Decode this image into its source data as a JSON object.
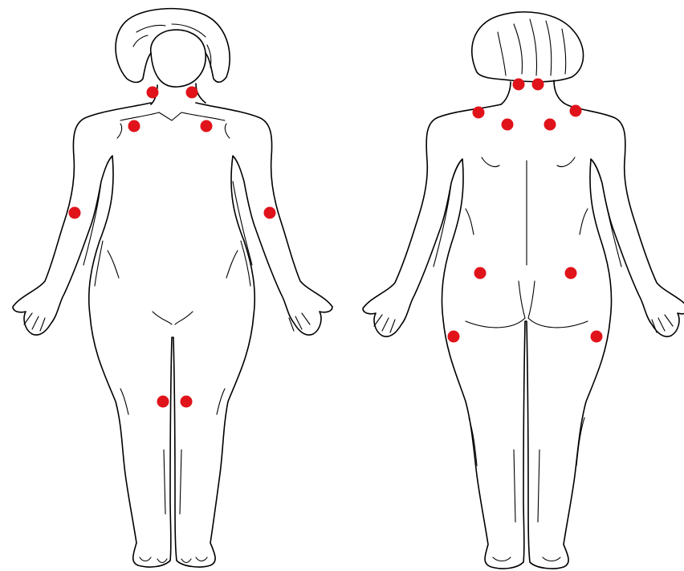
{
  "colors": {
    "background": "#ffffff",
    "outline": "#000000",
    "tender_point": "#e0131b"
  },
  "figures": [
    {
      "id": "front",
      "view": "anterior"
    },
    {
      "id": "back",
      "view": "posterior"
    }
  ],
  "tender_point_count": {
    "front": 8,
    "back": 10,
    "total": 18
  }
}
